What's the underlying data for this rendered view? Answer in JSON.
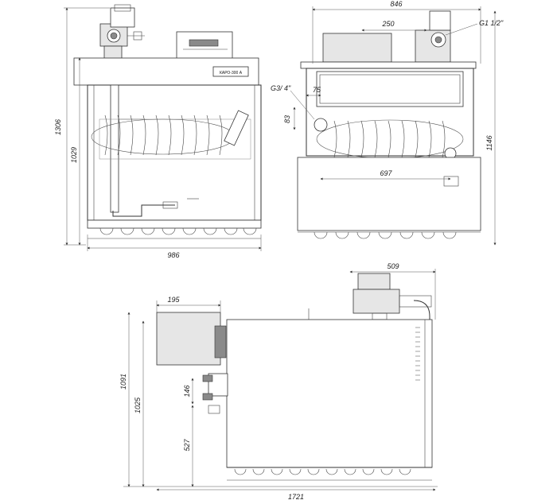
{
  "front_view": {
    "nameplate": "КАРО-300 А",
    "dims": {
      "width": "986",
      "height_total": "1306",
      "height_body": "1029"
    }
  },
  "side_view": {
    "dims": {
      "width": "846",
      "height": "1146",
      "d_gas_pipe": "G1 1/2\"",
      "d_drain": "G3/ 4\"",
      "offset_75": "75",
      "offset_83": "83",
      "span_697": "697",
      "top_250": "250"
    }
  },
  "bottom_view": {
    "dims": {
      "length": "1721",
      "top_509": "509",
      "flue_195": "195",
      "h_1091": "1091",
      "h_1025": "1025",
      "h_146": "146",
      "h_527": "527"
    }
  }
}
